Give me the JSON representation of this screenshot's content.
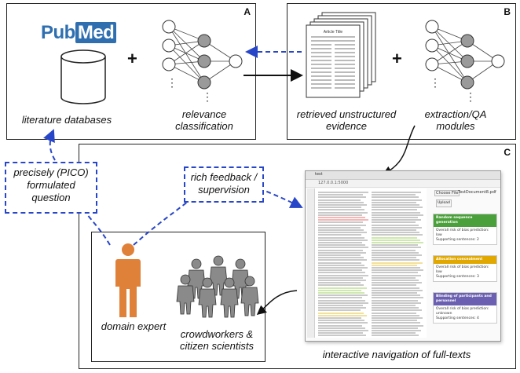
{
  "panels": {
    "a": {
      "letter": "A",
      "logo_pub": "Pub",
      "logo_med": "Med",
      "caption_db": "literature databases",
      "caption_rel": "relevance\nclassification"
    },
    "b": {
      "letter": "B",
      "article_title": "Article Title",
      "caption_ev": "retrieved unstructured\nevidence",
      "caption_qa": "extraction/QA\nmodules"
    },
    "c": {
      "letter": "C",
      "caption_nav": "interactive navigation of full-texts",
      "caption_expert": "domain expert",
      "caption_crowd": "crowdworkers &\ncitizen scientists"
    }
  },
  "callouts": {
    "pico": "precisely (PICO)\nformulated\nquestion",
    "feedback": "rich feedback /\nsupervision"
  },
  "browser": {
    "tab": "test",
    "url": "127.0.0.1:5000",
    "choose_file": "Choose File",
    "file_name": "TestDocument8.pdf",
    "upload": "Upload",
    "cards": [
      {
        "title": "Random sequence generation",
        "color": "#4aa03a",
        "risk": "Overall risk of bias prediction: low",
        "support": "Supporting sentences: 2"
      },
      {
        "title": "Allocation concealment",
        "color": "#e0a800",
        "risk": "Overall risk of bias prediction: low",
        "support": "Supporting sentences: 3"
      },
      {
        "title": "Blinding of participants and personnel",
        "color": "#6a5fb0",
        "risk": "Overall risk of bias prediction: unknown",
        "support": "Supporting sentences: 4"
      }
    ]
  },
  "colors": {
    "dash": "#2846c8",
    "expert": "#e0813a",
    "crowd": "#8a8a8a",
    "node_fill": "#9a9a9a"
  },
  "icons": [
    "database-icon",
    "neural-network-icon",
    "document-stack-icon",
    "person-icon",
    "crowd-icon"
  ]
}
